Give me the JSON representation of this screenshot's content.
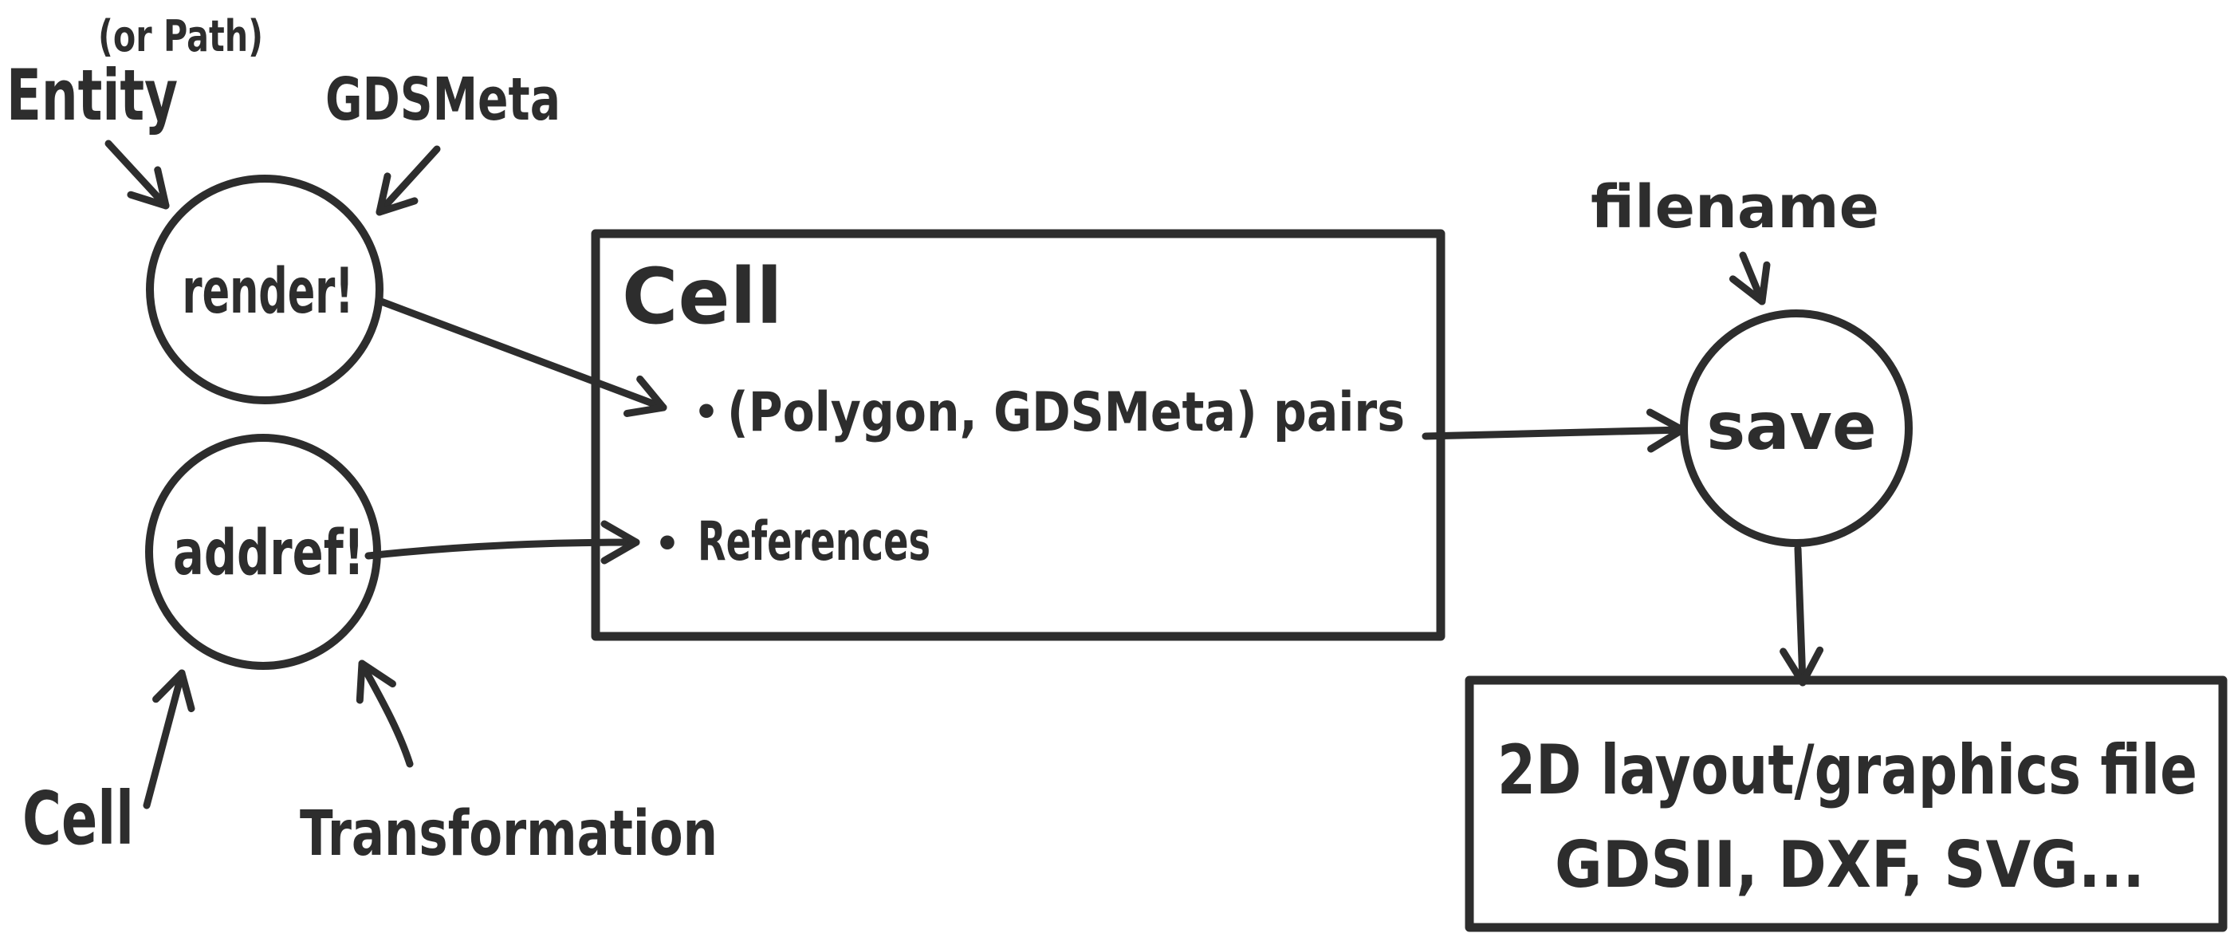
{
  "diagram": {
    "background": "#ffffff",
    "ink_color": "#2d2d2d",
    "annotations": {
      "or_path": "(or Path)",
      "entity": "Entity",
      "gdsmeta": "GDSMeta",
      "filename": "filename",
      "cell_arg": "Cell",
      "transformation": "Transformation"
    },
    "nodes": {
      "render": {
        "label": "render!"
      },
      "addref": {
        "label": "addref!"
      },
      "save": {
        "label": "save"
      },
      "cell": {
        "title": "Cell",
        "items": [
          {
            "marker": "•",
            "text": "(Polygon, GDSMeta) pairs"
          },
          {
            "marker": "•",
            "text": "References"
          }
        ]
      },
      "output": {
        "line1": "2D layout/graphics file",
        "line2": "GDSII, DXF, SVG..."
      }
    },
    "edges": [
      {
        "from": "Entity",
        "to": "render!"
      },
      {
        "from": "GDSMeta",
        "to": "render!"
      },
      {
        "from": "render!",
        "to": "(Polygon, GDSMeta) pairs"
      },
      {
        "from": "addref!",
        "to": "References"
      },
      {
        "from": "Cell",
        "to": "addref!"
      },
      {
        "from": "Transformation",
        "to": "addref!"
      },
      {
        "from": "(Polygon, GDSMeta) pairs",
        "to": "save"
      },
      {
        "from": "filename",
        "to": "save"
      },
      {
        "from": "save",
        "to": "2D layout/graphics file"
      }
    ]
  }
}
